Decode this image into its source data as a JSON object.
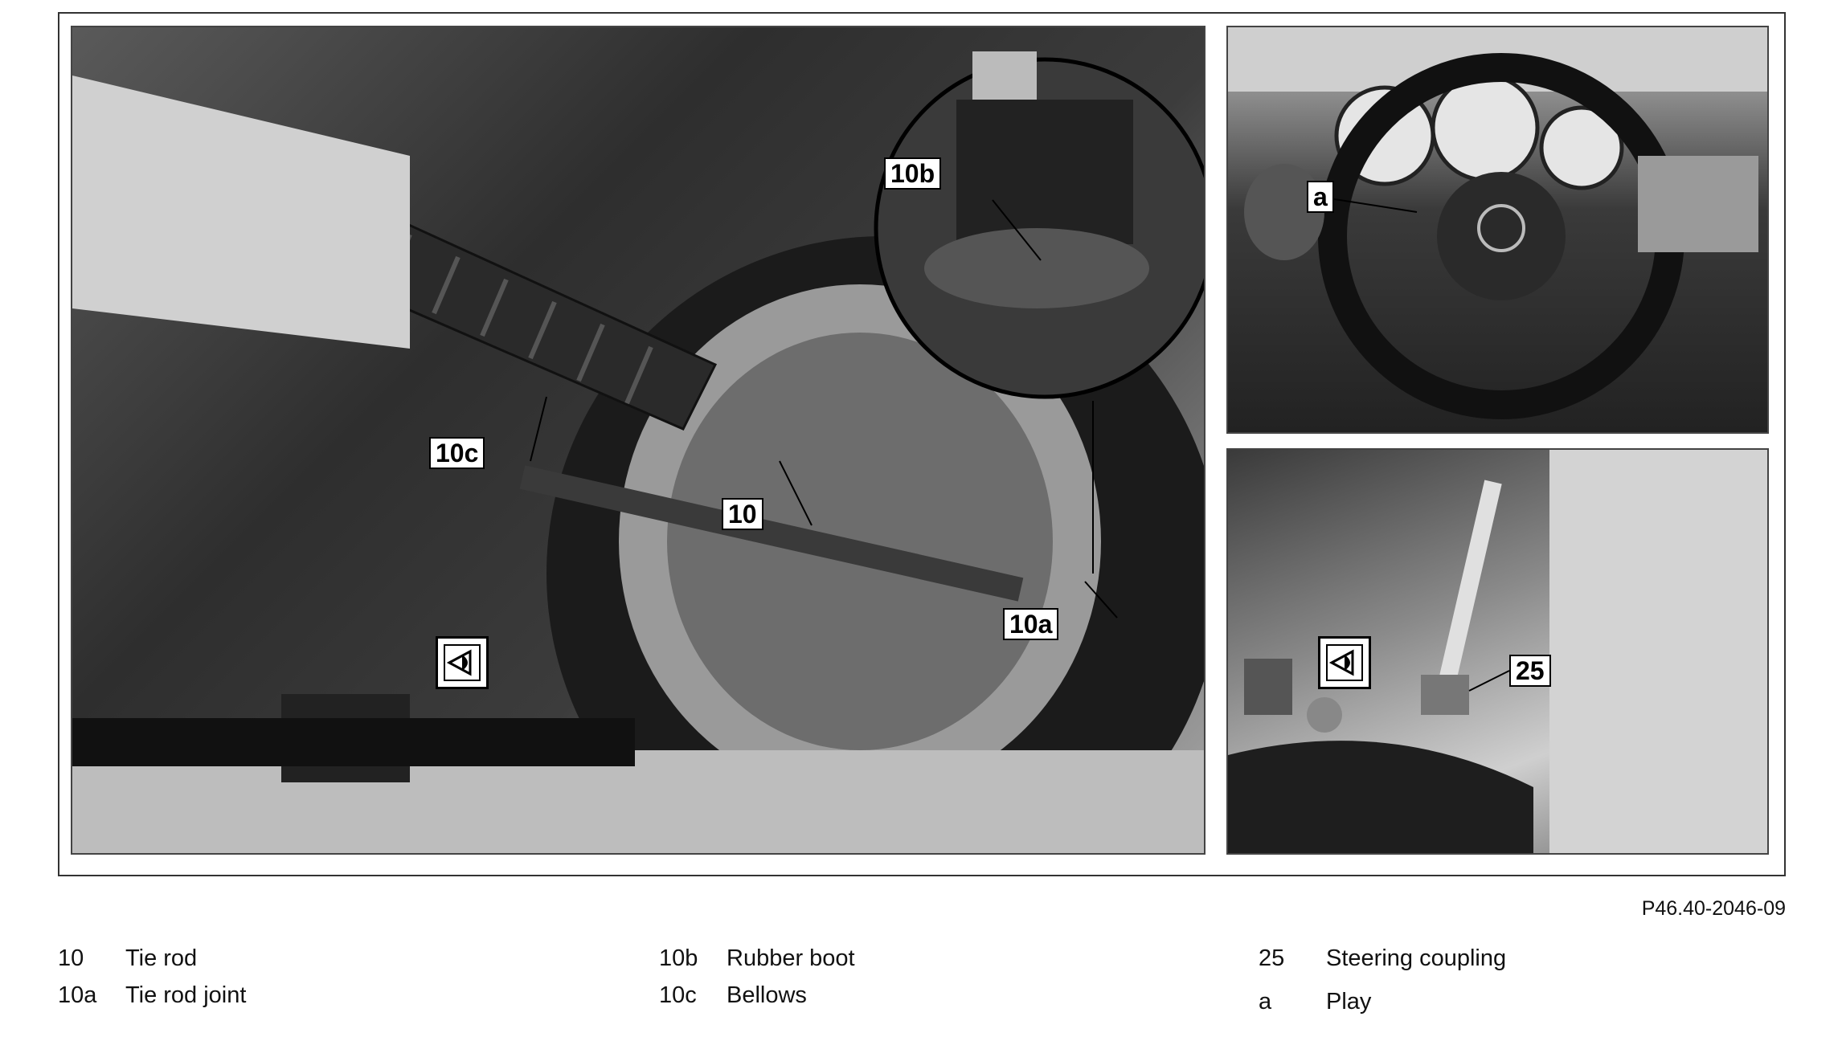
{
  "callouts": {
    "c10b": "10b",
    "c10c": "10c",
    "c10": "10",
    "c10a": "10a",
    "ca": "a",
    "c25": "25"
  },
  "figure_number": "P46.40-2046-09",
  "legend": {
    "col1": [
      {
        "key": "10",
        "desc": "Tie rod"
      },
      {
        "key": "10a",
        "desc": "Tie rod joint"
      }
    ],
    "col2": [
      {
        "key": "10b",
        "desc": "Rubber boot"
      },
      {
        "key": "10c",
        "desc": "Bellows"
      }
    ],
    "col3": [
      {
        "key": "25",
        "desc": "Steering coupling"
      },
      {
        "key": "a",
        "desc": "Play"
      }
    ]
  }
}
